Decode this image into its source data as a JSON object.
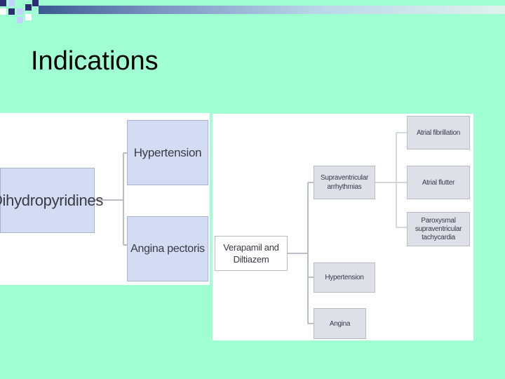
{
  "slide": {
    "title": "Indications"
  },
  "left_diagram": {
    "root": "Dihydropyridines",
    "children": [
      "Hypertension",
      "Angina pectoris"
    ]
  },
  "right_diagram": {
    "root": "Verapamil and Diltiazem",
    "children": [
      "Supraventricular arrhythmias",
      "Hypertension",
      "Angina"
    ],
    "subchildren": [
      "Atrial fibrillation",
      "Atrial flutter",
      "Paroxysmal supraventricular tachycardia"
    ]
  },
  "colors": {
    "background": "#a0ffd2",
    "node_blue": "#d3dcf3",
    "node_gray": "#dde0e6"
  }
}
